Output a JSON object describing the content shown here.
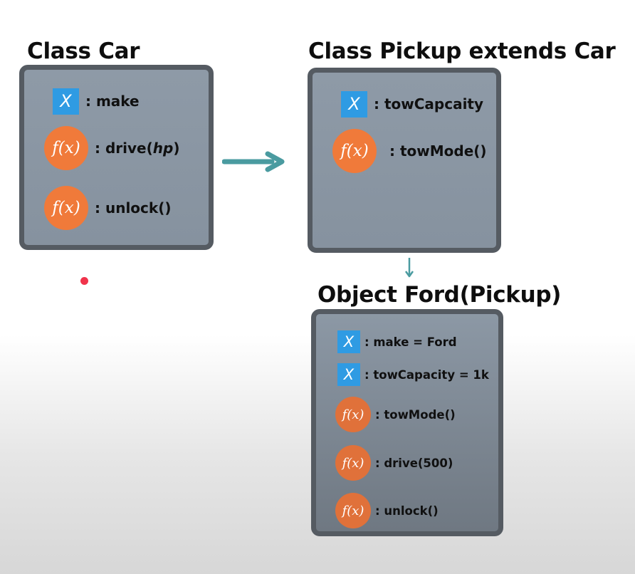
{
  "car": {
    "title": "Class Car",
    "members": [
      {
        "kind": "property",
        "icon": "x-variable-icon",
        "badge": "X",
        "label": ": make"
      },
      {
        "kind": "method",
        "icon": "function-icon",
        "badge": "f(x)",
        "label_main": ": drive(",
        "label_param": "hp",
        "label_end": ")"
      },
      {
        "kind": "method",
        "icon": "function-icon",
        "badge": "f(x)",
        "label": ": unlock()"
      }
    ]
  },
  "pickup": {
    "title": "Class Pickup extends Car",
    "members": [
      {
        "kind": "property",
        "icon": "x-variable-icon",
        "badge": "X",
        "label": ": towCapcaity"
      },
      {
        "kind": "method",
        "icon": "function-icon",
        "badge": "f(x)",
        "label": ": towMode()"
      }
    ]
  },
  "ford": {
    "title": "Object Ford(Pickup)",
    "members": [
      {
        "kind": "property",
        "icon": "x-variable-icon",
        "badge": "X",
        "label": ": make = Ford"
      },
      {
        "kind": "property",
        "icon": "x-variable-icon",
        "badge": "X",
        "label": ": towCapacity = 1k"
      },
      {
        "kind": "method",
        "icon": "function-icon",
        "badge": "f(x)",
        "label": ": towMode()"
      },
      {
        "kind": "method",
        "icon": "function-icon",
        "badge": "f(x)",
        "label": ": drive(500)"
      },
      {
        "kind": "method",
        "icon": "function-icon",
        "badge": "f(x)",
        "label": ": unlock()"
      }
    ]
  },
  "colors": {
    "box_fill": "#8e9aa7",
    "box_border": "#555b62",
    "property_badge": "#2f9be3",
    "method_badge": "#f07a3a",
    "arrow": "#4a9ba0",
    "cursor_dot": "#f0334b"
  }
}
